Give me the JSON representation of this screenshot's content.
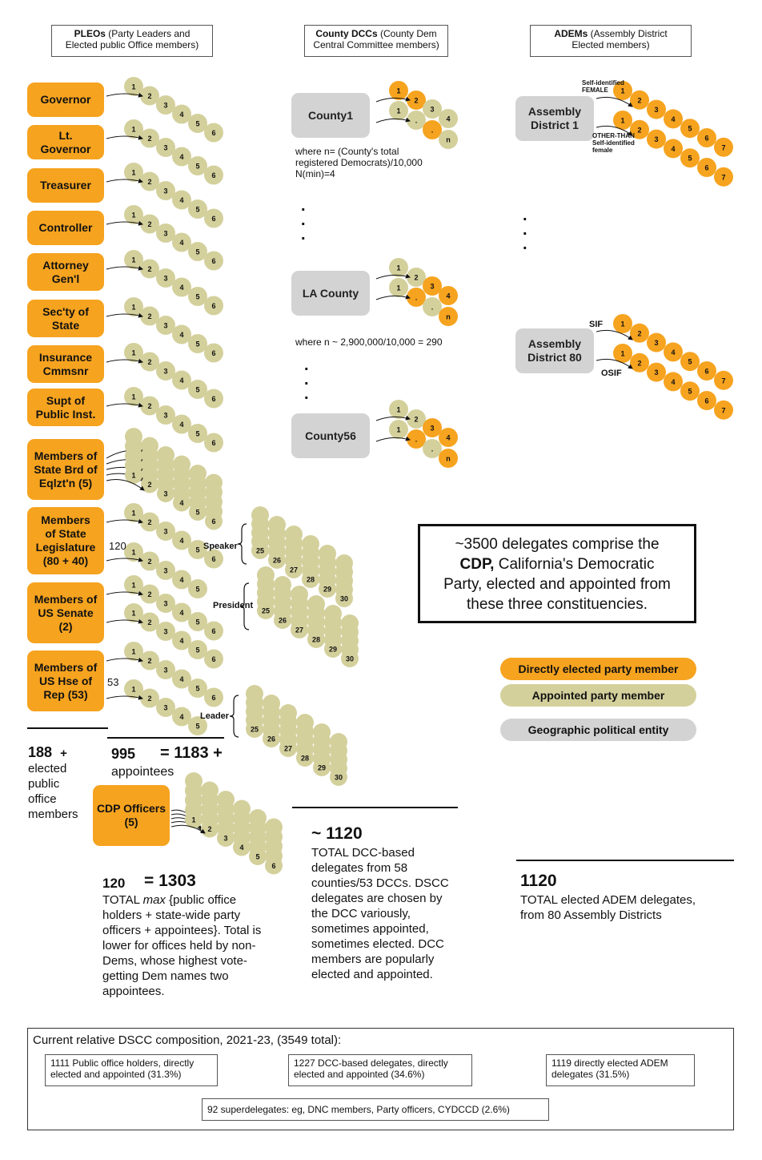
{
  "headers": {
    "pleo": {
      "bold": "PLEOs",
      "rest1": " (Party Leaders and",
      "rest2": "Elected public Office members)"
    },
    "dcc": {
      "bold": "County DCCs",
      "rest1": " (County Dem",
      "rest2": "Central Committee members)"
    },
    "adem": {
      "bold": "ADEMs",
      "rest1": " (Assembly District",
      "rest2": "Elected members)"
    }
  },
  "pleo_offices": [
    {
      "l1": "Governor",
      "l2": ""
    },
    {
      "l1": "Lt.",
      "l2": "Governor"
    },
    {
      "l1": "Treasurer",
      "l2": ""
    },
    {
      "l1": "Controller",
      "l2": ""
    },
    {
      "l1": "Attorney",
      "l2": "Gen'l"
    },
    {
      "l1": "Sec'ty of",
      "l2": "State"
    },
    {
      "l1": "Insurance",
      "l2": "Cmmsnr"
    },
    {
      "l1": "Supt of",
      "l2": "Public Inst."
    }
  ],
  "pleo_groups": {
    "equalization": {
      "l1": "Members of",
      "l2": "State Brd of",
      "l3": "Eqlzt'n (5)"
    },
    "legislature": {
      "l1": "Members",
      "l2": "of State",
      "l3": "Legislature",
      "l4": "(80 + 40)",
      "count": "120",
      "leader": "Speaker"
    },
    "senate": {
      "l1": "Members of",
      "l2": "US Senate",
      "l3": "(2)",
      "leader": "President"
    },
    "house": {
      "l1": "Members of",
      "l2": "US Hse of",
      "l3": "Rep (53)",
      "count": "53",
      "leader": "Leader"
    }
  },
  "seq_labels": [
    "1",
    "2",
    "3",
    "4",
    "5",
    "6"
  ],
  "leader_labels": [
    "25",
    "26",
    "27",
    "28",
    "29",
    "30"
  ],
  "adem_labels": [
    "1",
    "2",
    "3",
    "4",
    "5",
    "6",
    "7"
  ],
  "dcc_labels": [
    "1",
    "2",
    "3",
    "4",
    "n",
    "."
  ],
  "counties": {
    "c1": "County1",
    "c1_note1": "where n= (County's total",
    "c1_note2": "registered Democrats)/10,000",
    "c1_note3": "N(min)=4",
    "la": "LA County",
    "la_note": "where n ~ 2,900,000/10,000 = 290",
    "c56": "County56"
  },
  "assembly": {
    "ad1_l1": "Assembly",
    "ad1_l2": "District 1",
    "female_l1": "Self-identified",
    "female_l2": "FEMALE",
    "other_l1": "OTHER-THAN",
    "other_l2": "Self-identified",
    "other_l3": "female",
    "ad80_l1": "Assembly",
    "ad80_l2": "District 80",
    "sif": "SIF",
    "osif": "OSIF"
  },
  "callout": {
    "l1": "~3500 delegates comprise the",
    "l2b": "CDP,",
    "l2": " California's Democratic",
    "l3": "Party, elected and appointed from",
    "l4": "these three constituencies."
  },
  "legend": {
    "elected": "Directly elected party member",
    "appointed": "Appointed party member",
    "geo": "Geographic political entity",
    "color_elected": "#f6a31f",
    "color_appointed": "#d4d09c",
    "color_geo": "#d3d3d3"
  },
  "totals": {
    "elected_num": "188",
    "plus": "+",
    "elected_t1": "elected",
    "elected_t2": "public",
    "elected_t3": "office",
    "elected_t4": "members",
    "appt_num": "995",
    "appt_eq": "= 1183 +",
    "appt_text": "appointees",
    "officers_l1": "CDP Officers",
    "officers_l2": "(5)",
    "off_num": "120",
    "off_eq": "= 1303",
    "off_t1a": "TOTAL ",
    "off_t1b": "max",
    "off_t1c": " {public office",
    "off_t2": "holders + state-wide party",
    "off_t3": "officers + appointees}. Total is",
    "off_t4": "lower for offices held by non-",
    "off_t5": "Dems, whose highest vote-",
    "off_t6": "getting Dem names two",
    "off_t7": "appointees.",
    "dcc_num": "~ 1120",
    "dcc_t1": "TOTAL DCC-based",
    "dcc_t2": "delegates from 58",
    "dcc_t3": "counties/53 DCCs. DSCC",
    "dcc_t4": "delegates are chosen by",
    "dcc_t5": "the DCC variously,",
    "dcc_t6": "sometimes appointed,",
    "dcc_t7": "sometimes elected. DCC",
    "dcc_t8": "members are popularly",
    "dcc_t9": "elected and appointed.",
    "adem_num": "1120",
    "adem_t1": "TOTAL elected ADEM delegates,",
    "adem_t2": "from 80 Assembly Districts"
  },
  "composition": {
    "title": "Current relative DSCC composition, 2021-23, (3549 total):",
    "pub_l1": "1111 Public office holders, directly",
    "pub_l2": "elected and appointed (31.3%)",
    "dcc_l1": "1227 DCC-based delegates, directly",
    "dcc_l2": "elected and appointed (34.6%)",
    "adem_l1": "1119 directly elected ADEM",
    "adem_l2": "delegates (31.5%)",
    "super": "92 superdelegates:  eg, DNC members, Party officers, CYDCCD (2.6%)"
  }
}
